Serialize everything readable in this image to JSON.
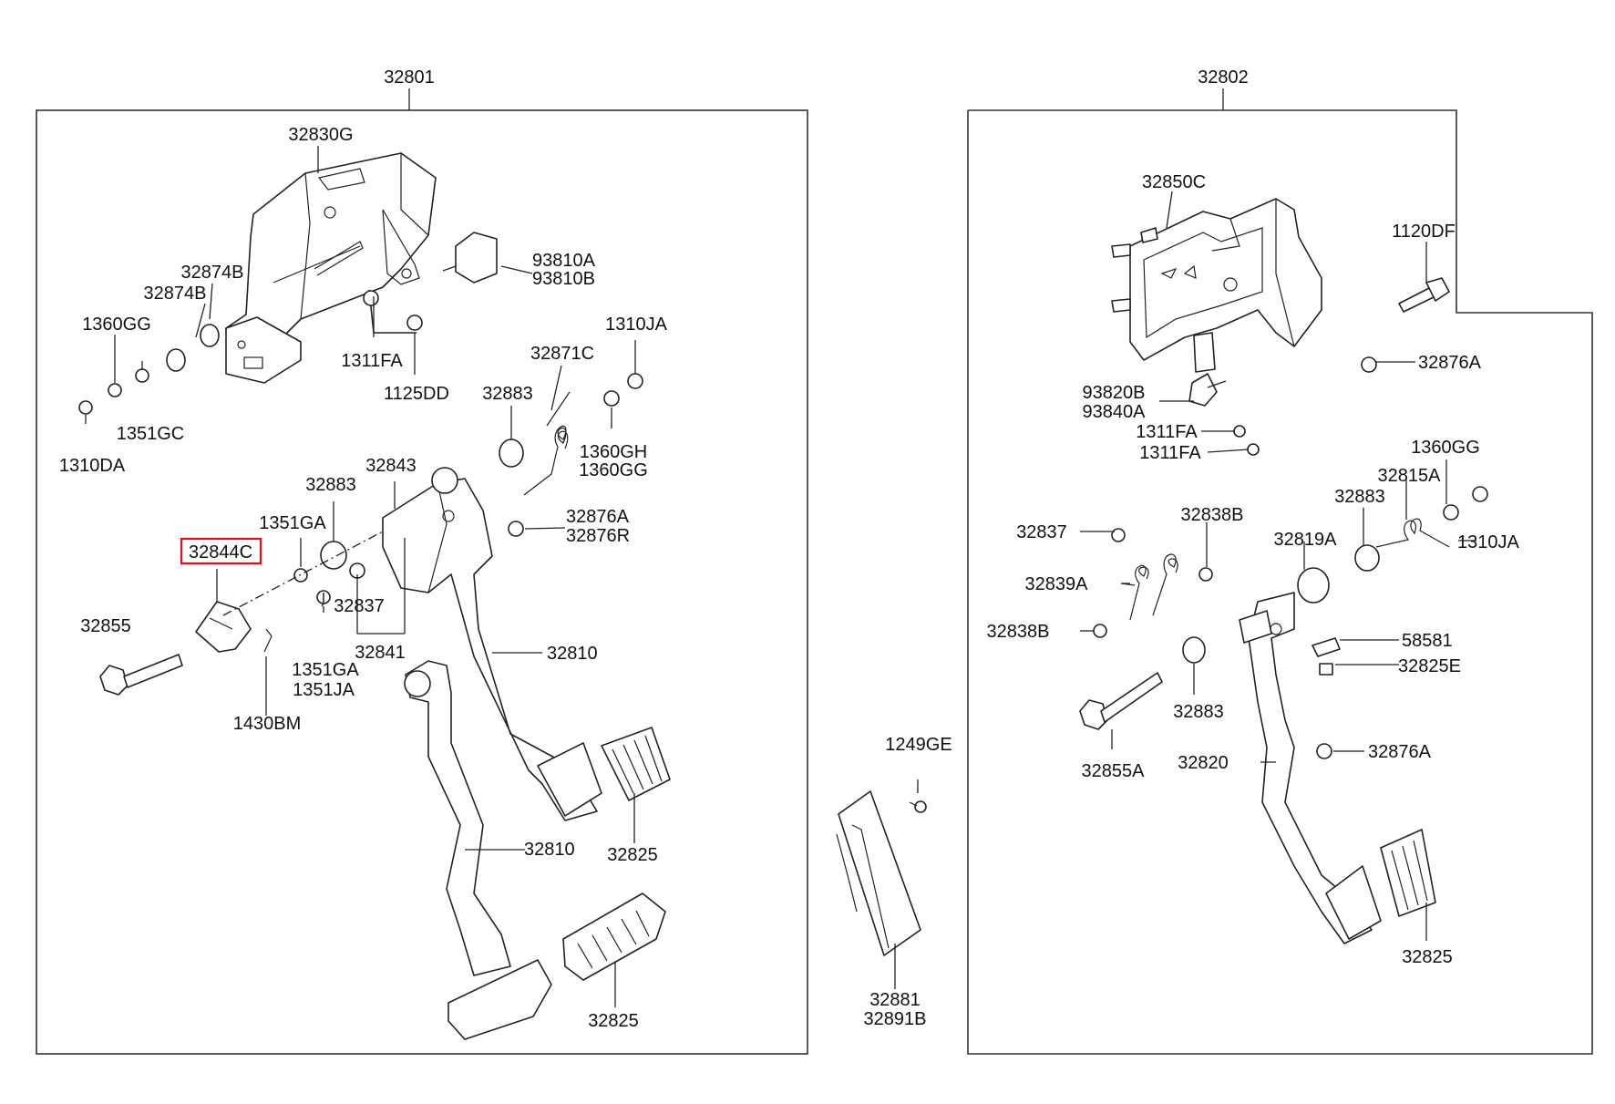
{
  "assemblies": {
    "left": "32801",
    "right": "32802"
  },
  "highlight_color": "#e0101a",
  "highlighted_part": "32844C",
  "callouts": {
    "l_32830G": "32830G",
    "l_93810A": "93810A",
    "l_93810B": "93810B",
    "l_32874B_1": "32874B",
    "l_32874B_2": "32874B",
    "l_1360GG": "1360GG",
    "l_1311FA": "1311FA",
    "l_1125DD": "1125DD",
    "l_1351GC": "1351GC",
    "l_1310DA": "1310DA",
    "l_1310JA": "1310JA",
    "l_32871C": "32871C",
    "l_32883_a": "32883",
    "l_1360GH": "1360GH",
    "l_1360GG_b": "1360GG",
    "l_32843": "32843",
    "l_32883_b": "32883",
    "l_1351GA": "1351GA",
    "l_32876A": "32876A",
    "l_32876R": "32876R",
    "l_32844C": "32844C",
    "l_32837": "32837",
    "l_32855": "32855",
    "l_1351GA_b": "1351GA",
    "l_1351JA": "1351JA",
    "l_32841": "32841",
    "l_32810_a": "32810",
    "l_1430BM": "1430BM",
    "l_32810_b": "32810",
    "l_32825_a": "32825",
    "l_32825_b": "32825",
    "l_1249GE": "1249GE",
    "l_32881": "32881",
    "l_32891B": "32891B",
    "r_32850C": "32850C",
    "r_1120DF": "1120DF",
    "r_32876A_a": "32876A",
    "r_93820B": "93820B",
    "r_93840A": "93840A",
    "r_1311FA_a": "1311FA",
    "r_1311FA_b": "1311FA",
    "r_1360GG": "1360GG",
    "r_32815A": "32815A",
    "r_32883_a": "32883",
    "r_1310JA": "1310JA",
    "r_32837": "32837",
    "r_32838B_a": "32838B",
    "r_32819A": "32819A",
    "r_32839A": "32839A",
    "r_32838B_b": "32838B",
    "r_58581": "58581",
    "r_32825E": "32825E",
    "r_32883_b": "32883",
    "r_32855A": "32855A",
    "r_32820": "32820",
    "r_32876A_b": "32876A",
    "r_32825": "32825"
  }
}
